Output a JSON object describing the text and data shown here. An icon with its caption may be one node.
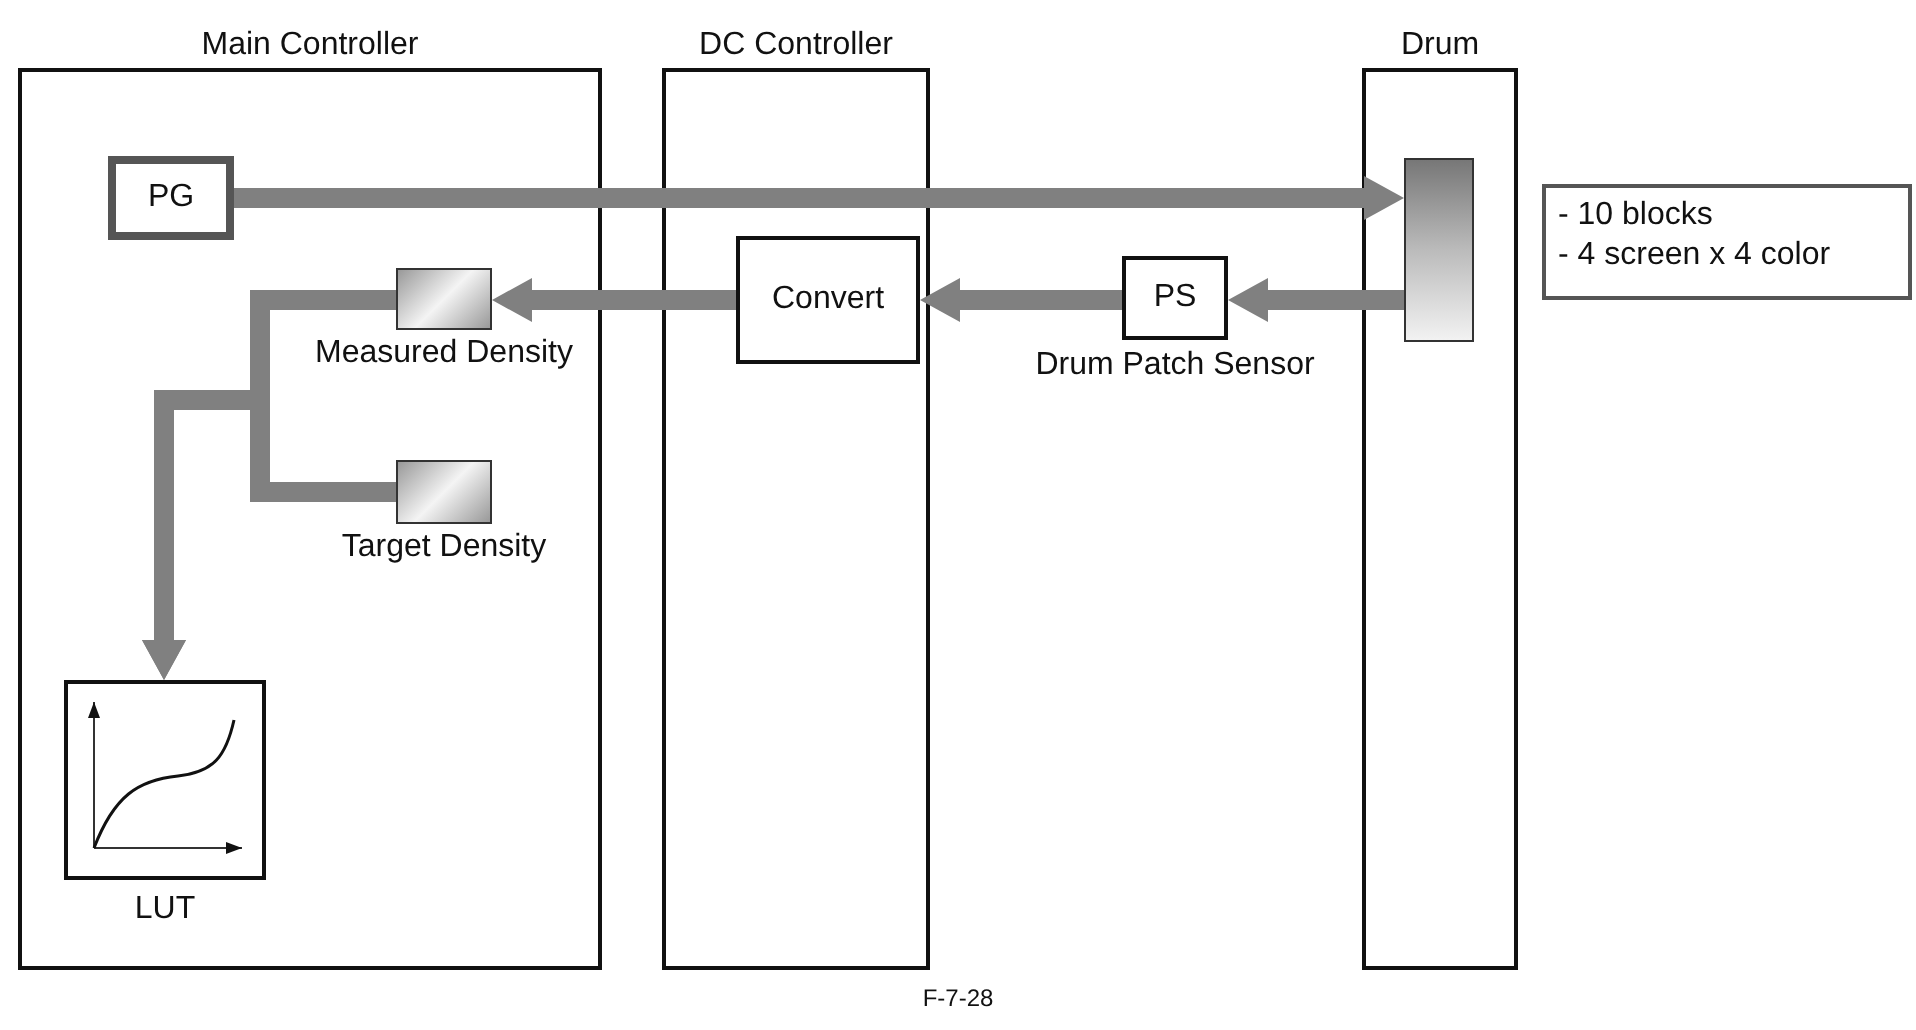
{
  "diagram": {
    "caption": "F-7-28",
    "nodes": [
      {
        "text": [
          "Main Controller"
        ]
      },
      {
        "text": [
          "DC Controller"
        ]
      },
      {
        "text": [
          "Drum"
        ]
      },
      {
        "text": [
          "PG"
        ],
        "in": 0
      },
      {
        "text": [
          "Measured Density"
        ],
        "in": 0
      },
      {
        "text": [
          "Target Density"
        ],
        "in": 0
      },
      {
        "text": [
          "LUT"
        ],
        "in": 0
      },
      {
        "text": [
          "Convert"
        ],
        "in": 1
      },
      {
        "text": [
          "PS"
        ],
        "beside": [
          "Drum Patch Sensor"
        ]
      },
      {
        "text": [],
        "shape": "bar",
        "in": 2
      },
      {
        "text": [
          "- 10 blocks",
          "- 4 screen x 4 color"
        ]
      }
    ],
    "edges": [
      {
        "from": 3,
        "to": 9,
        "arrow": "to"
      },
      {
        "from": 9,
        "to": 8,
        "arrow": "to"
      },
      {
        "from": 8,
        "to": 7,
        "arrow": "to"
      },
      {
        "from": 7,
        "to": 4,
        "arrow": "to"
      },
      {
        "from": 4,
        "to": 6,
        "arrow": "to"
      },
      {
        "from": 5,
        "to": 6,
        "arrow": "to"
      }
    ]
  }
}
